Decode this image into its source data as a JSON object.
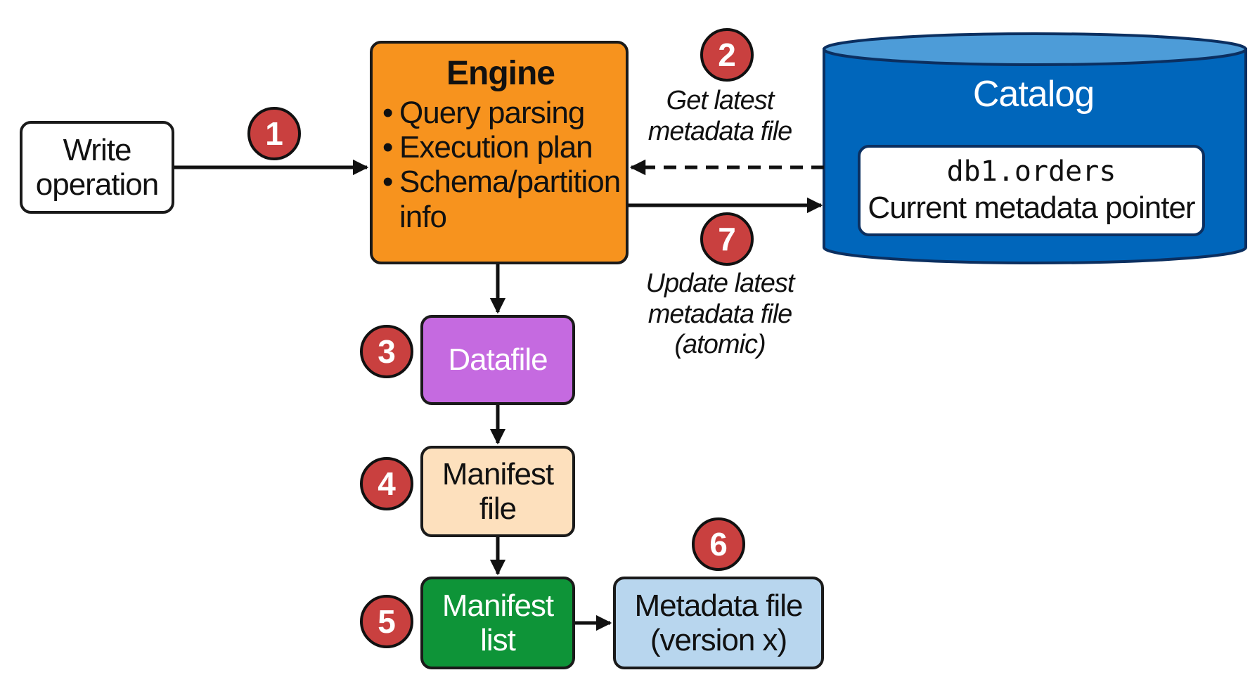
{
  "write_operation": {
    "lines": [
      "Write",
      "operation"
    ]
  },
  "engine": {
    "title": "Engine",
    "bullets": [
      {
        "dot": "•",
        "lines": [
          "Query parsing"
        ]
      },
      {
        "dot": "•",
        "lines": [
          "Execution plan"
        ]
      },
      {
        "dot": "•",
        "lines": [
          "Schema/partition",
          "info"
        ]
      }
    ],
    "color": "#f7931e"
  },
  "catalog": {
    "title": "Catalog",
    "table_name": "db1.orders",
    "pointer_label": "Current metadata pointer",
    "color": "#0066bb"
  },
  "datafile": {
    "lines": [
      "Datafile"
    ],
    "color": "#c56ae0"
  },
  "manifest_file": {
    "lines": [
      "Manifest",
      "file"
    ],
    "color": "#fde0bd"
  },
  "manifest_list": {
    "lines": [
      "Manifest",
      "list"
    ],
    "color": "#0e9438"
  },
  "metadata_file": {
    "lines": [
      "Metadata file",
      "(version x)"
    ],
    "color": "#b8d6ee"
  },
  "steps": [
    "1",
    "2",
    "3",
    "4",
    "5",
    "6",
    "7"
  ],
  "captions": {
    "get_latest": [
      "Get latest",
      "metadata file"
    ],
    "update_latest": [
      "Update latest",
      "metadata file",
      "(atomic)"
    ]
  },
  "badge_color": "#c9403f"
}
